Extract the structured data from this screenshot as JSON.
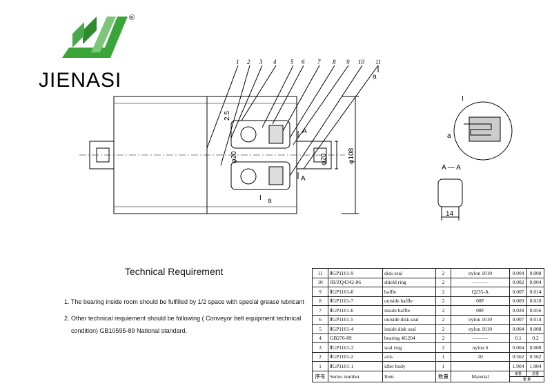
{
  "brand": {
    "name": "JIENASI",
    "registered_mark": "®"
  },
  "drawing": {
    "balloon_numbers": [
      "1",
      "2",
      "3",
      "4",
      "5",
      "6",
      "7",
      "8",
      "9",
      "10",
      "11"
    ],
    "detail_ref_a": "a",
    "dim_2_5": "2.5",
    "dim_phi20_inner": "φ20",
    "dim_phi20_shaft": "φ20",
    "dim_phi108": "φ108",
    "section_mark_a1": "A",
    "section_mark_a2": "A",
    "detail_mark_I_a": "I",
    "detail_mark_a_lower": "a",
    "detail_title": "I",
    "detail_label_a": "a",
    "section_title": "A — A",
    "dim_14": "14"
  },
  "technical_requirement": {
    "title": "Technical Requirement",
    "items": [
      "1. The bearing inside room should be fulfilled by 1/2 space with special grease lubricant",
      "2. Other technical requiement should be following ( Conveyor belt equipment technical",
      "condition) GB10595-89 National standard."
    ]
  },
  "bom": {
    "rows": [
      {
        "no": "11",
        "series": "ⅡGP1101-9",
        "item": "disk seal",
        "qty": "2",
        "material": "nylon 1010",
        "unit": "0.004",
        "total": "0.008"
      },
      {
        "no": "10",
        "series": "JB/ZQ4342-86",
        "item": "shield ring",
        "qty": "2",
        "material": "———",
        "unit": "0.002",
        "total": "0.004"
      },
      {
        "no": "9",
        "series": "ⅡGP1101-8",
        "item": "baffle",
        "qty": "2",
        "material": "Q235-A",
        "unit": "0.007",
        "total": "0.014"
      },
      {
        "no": "8",
        "series": "ⅡGP1101-7",
        "item": "outside baffle",
        "qty": "2",
        "material": "08F",
        "unit": "0.009",
        "total": "0.018"
      },
      {
        "no": "7",
        "series": "ⅡGP1101-6",
        "item": "inside baffle",
        "qty": "2",
        "material": "08F",
        "unit": "0.028",
        "total": "0.056"
      },
      {
        "no": "6",
        "series": "ⅡGP1101-5",
        "item": "outside disk seal",
        "qty": "2",
        "material": "nylon 1010",
        "unit": "0.007",
        "total": "0.014"
      },
      {
        "no": "5",
        "series": "ⅡGP1101-4",
        "item": "inside disk seal",
        "qty": "2",
        "material": "nylon 1010",
        "unit": "0.004",
        "total": "0.008"
      },
      {
        "no": "4",
        "series": "GB276-89",
        "item": "bearing 4G204",
        "qty": "2",
        "material": "———",
        "unit": "0.1",
        "total": "0.2"
      },
      {
        "no": "3",
        "series": "ⅡGP1101-3",
        "item": "seal ring",
        "qty": "2",
        "material": "nylon 6",
        "unit": "0.004",
        "total": "0.008"
      },
      {
        "no": "2",
        "series": "ⅡGP1101-2",
        "item": "axis",
        "qty": "1",
        "material": "20",
        "unit": "0.562",
        "total": "0.562"
      },
      {
        "no": "1",
        "series": "ⅡGP1101-1",
        "item": "idler body",
        "qty": "1",
        "material": "",
        "unit": "1.904",
        "total": "1.904"
      }
    ],
    "header": {
      "no": "序号",
      "series": "Series number",
      "item": "Item",
      "qty": "数量",
      "material": "Material",
      "weight_top_unit": "单重",
      "weight_top_total": "总重",
      "weight_bottom": "重 量"
    }
  }
}
